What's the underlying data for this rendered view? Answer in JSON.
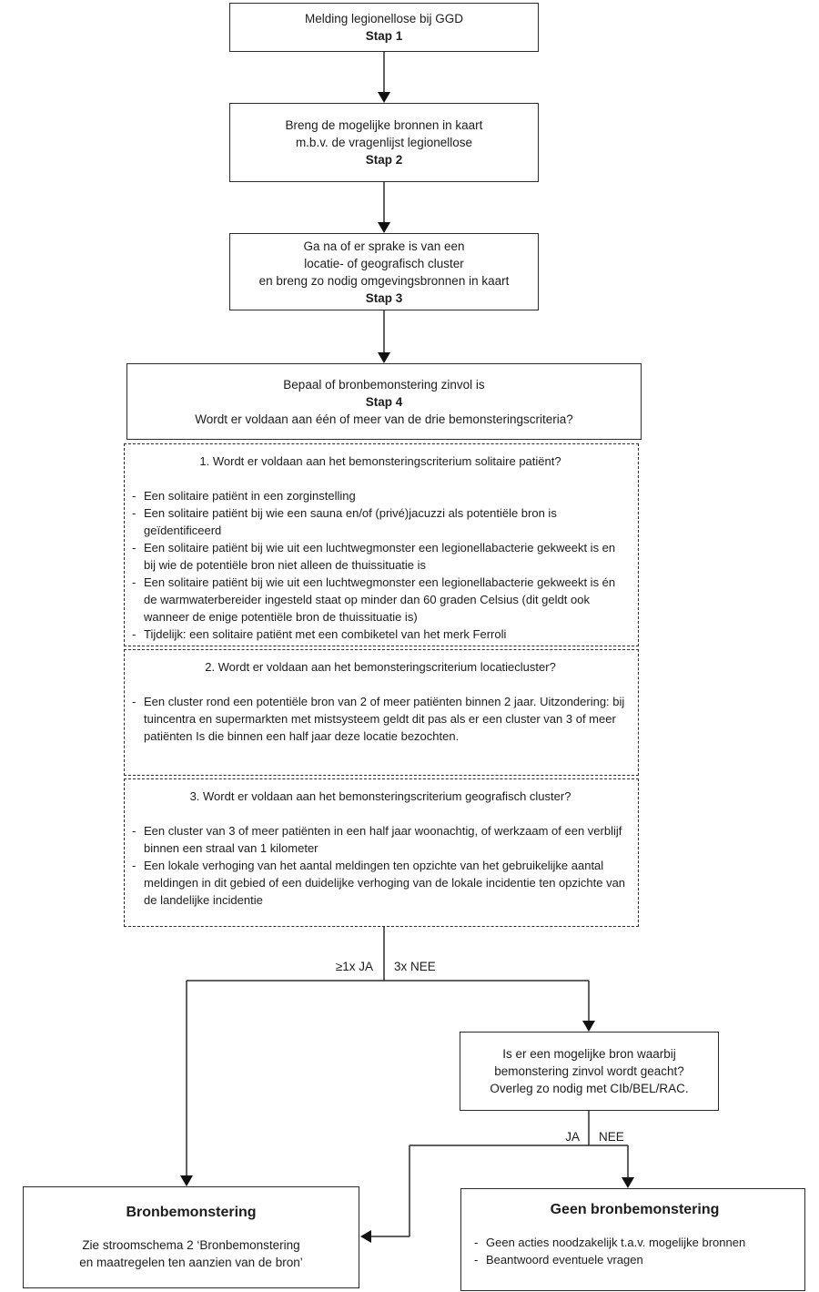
{
  "steps": {
    "step1": {
      "l1": "Melding legionellose bij GGD",
      "step": "Stap 1"
    },
    "step2": {
      "l1": "Breng de mogelijke bronnen in kaart",
      "l2": "m.b.v. de vragenlijst legionellose",
      "step": "Stap 2"
    },
    "step3": {
      "l1": "Ga na of er sprake is van een",
      "l2": "locatie- of geografisch cluster",
      "l3": "en breng zo nodig omgevingsbronnen in kaart",
      "step": "Stap 3"
    },
    "step4": {
      "l1": "Bepaal of bronbemonstering zinvol is",
      "step": "Stap 4",
      "l2": "Wordt er voldaan aan één of meer van de drie bemonsteringscriteria?"
    }
  },
  "criteria": [
    {
      "title": "1. Wordt er voldaan aan het bemonsteringscriterium solitaire patiënt?",
      "items": [
        "Een solitaire patiënt in een zorginstelling",
        "Een solitaire patiënt bij wie een sauna en/of (privé)jacuzzi als potentiële bron is geïdentificeerd",
        "Een solitaire patiënt bij wie uit een luchtwegmonster een legionellabacterie gekweekt is en bij wie de potentiële bron niet alleen de thuissituatie is",
        "Een solitaire patiënt bij wie uit een luchtwegmonster een legionellabacterie gekweekt is én de warmwaterbereider ingesteld staat op minder dan 60 graden Celsius (dit geldt ook wanneer de enige potentiële bron de thuissituatie is)",
        "Tijdelijk: een solitaire patiënt met een combiketel van het merk Ferroli"
      ]
    },
    {
      "title": "2. Wordt er voldaan aan het bemonsteringscriterium locatiecluster?",
      "items": [
        "Een cluster rond een potentiële bron van 2 of meer patiënten binnen 2 jaar. Uitzondering: bij tuincentra en supermarkten met mistsysteem geldt dit pas als er een cluster van 3 of meer patiënten Is die binnen een half jaar deze locatie bezochten."
      ]
    },
    {
      "title": "3. Wordt er voldaan aan het bemonsteringscriterium geografisch cluster?",
      "items": [
        "Een cluster van 3 of meer patiënten in een half jaar woonachtig, of werkzaam of een verblijf binnen een straal van 1 kilometer",
        "Een lokale verhoging van het aantal meldingen ten opzichte van het gebruikelijke aantal meldingen in dit gebied of een duidelijke verhoging van de lokale incidentie ten opzichte van de landelijke incidentie"
      ]
    }
  ],
  "decision": {
    "l1": "Is er een mogelijke bron waarbij",
    "l2": "bemonstering zinvol wordt geacht?",
    "l3": "Overleg zo nodig met CIb/BEL/RAC."
  },
  "outcome_sampling": {
    "title": "Bronbemonstering",
    "l1": "Zie stroomschema 2 ‘Bronbemonstering",
    "l2": "en maatregelen ten aanzien van de bron’"
  },
  "outcome_no_sampling": {
    "title": "Geen bronbemonstering",
    "items": [
      "Geen acties noodzakelijk t.a.v. mogelijke bronnen",
      "Beantwoord eventuele vragen"
    ]
  },
  "labels": {
    "bullet": "-",
    "branch_yes": "≥1x JA",
    "branch_no": "3x NEE",
    "ja": "JA",
    "nee": "NEE"
  }
}
